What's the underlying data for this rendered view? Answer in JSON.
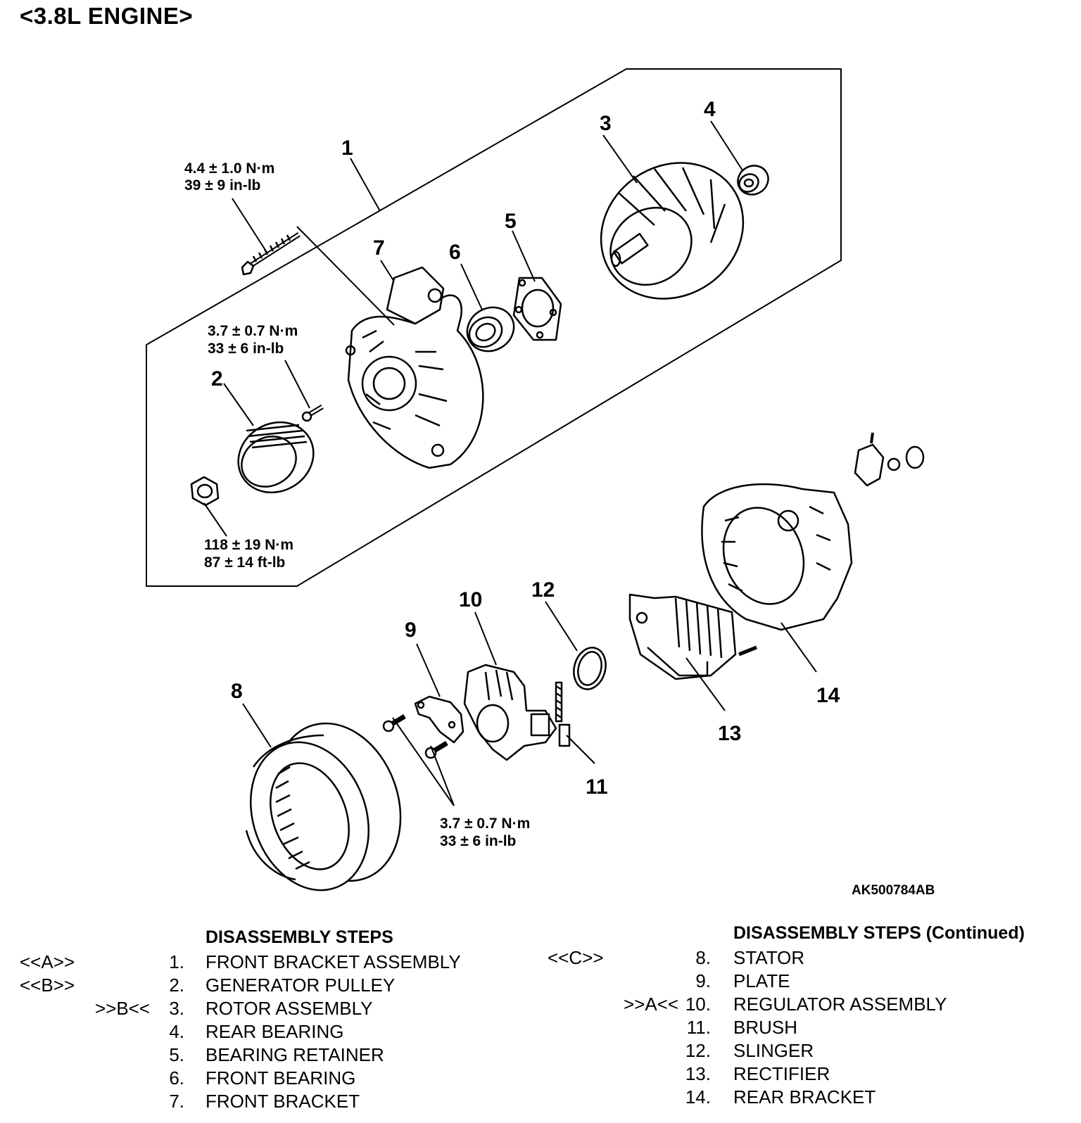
{
  "title": "<3.8L ENGINE>",
  "figure_code": "AK500784AB",
  "callouts": [
    "1",
    "2",
    "3",
    "4",
    "5",
    "6",
    "7",
    "8",
    "9",
    "10",
    "11",
    "12",
    "13",
    "14"
  ],
  "torques": {
    "t1": [
      "4.4 ± 1.0 N·m",
      "39 ± 9 in-lb"
    ],
    "t2": [
      "3.7 ± 0.7 N·m",
      "33 ± 6 in-lb"
    ],
    "t3": [
      "118 ± 19 N·m",
      "87 ± 14 ft-lb"
    ],
    "t4": [
      "3.7 ± 0.7 N·m",
      "33 ± 6 in-lb"
    ]
  },
  "steps_left": {
    "heading": "DISASSEMBLY STEPS",
    "items": [
      {
        "mark": "<<A>>",
        "num": "1.",
        "label": "FRONT BRACKET ASSEMBLY"
      },
      {
        "mark": "<<B>>",
        "num": "2.",
        "label": "GENERATOR PULLEY"
      },
      {
        "mark": ">>B<<",
        "num": "3.",
        "label": "ROTOR ASSEMBLY"
      },
      {
        "mark": "",
        "num": "4.",
        "label": "REAR BEARING"
      },
      {
        "mark": "",
        "num": "5.",
        "label": "BEARING RETAINER"
      },
      {
        "mark": "",
        "num": "6.",
        "label": "FRONT BEARING"
      },
      {
        "mark": "",
        "num": "7.",
        "label": "FRONT BRACKET"
      }
    ]
  },
  "steps_right": {
    "heading": "DISASSEMBLY STEPS (Continued)",
    "items": [
      {
        "mark": "<<C>>",
        "num": "8.",
        "label": "STATOR"
      },
      {
        "mark": "",
        "num": "9.",
        "label": "PLATE"
      },
      {
        "mark": ">>A<<",
        "num": "10.",
        "label": "REGULATOR ASSEMBLY"
      },
      {
        "mark": "",
        "num": "11.",
        "label": "BRUSH"
      },
      {
        "mark": "",
        "num": "12.",
        "label": "SLINGER"
      },
      {
        "mark": "",
        "num": "13.",
        "label": "RECTIFIER"
      },
      {
        "mark": "",
        "num": "14.",
        "label": "REAR BRACKET"
      }
    ]
  }
}
